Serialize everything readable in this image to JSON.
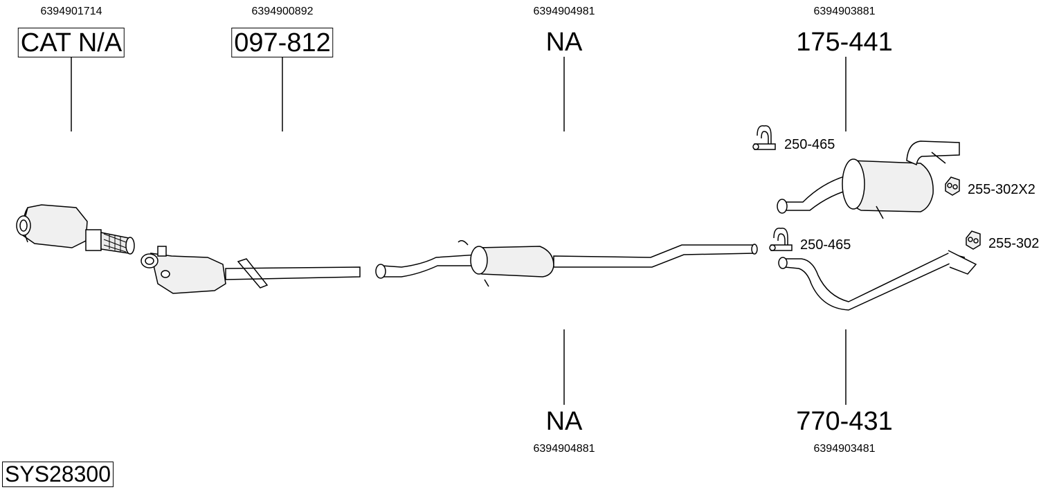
{
  "system_code": "SYS28300",
  "parts_top": [
    {
      "oem": "6394901714",
      "code": "CAT N/A",
      "boxed": true
    },
    {
      "oem": "6394900892",
      "code": "097-812",
      "boxed": true
    },
    {
      "oem": "6394904981",
      "code": "NA",
      "boxed": false
    },
    {
      "oem": "6394903881",
      "code": "175-441",
      "boxed": false
    }
  ],
  "parts_bottom": [
    {
      "oem": "6394904881",
      "code": "NA"
    },
    {
      "oem": "6394903481",
      "code": "770-431"
    }
  ],
  "accessories": [
    {
      "code": "250-465",
      "icon": "clamp-icon"
    },
    {
      "code": "255-302X2",
      "icon": "rubber-hanger-icon"
    },
    {
      "code": "250-465",
      "icon": "clamp-icon"
    },
    {
      "code": "255-302",
      "icon": "rubber-hanger-icon"
    }
  ]
}
